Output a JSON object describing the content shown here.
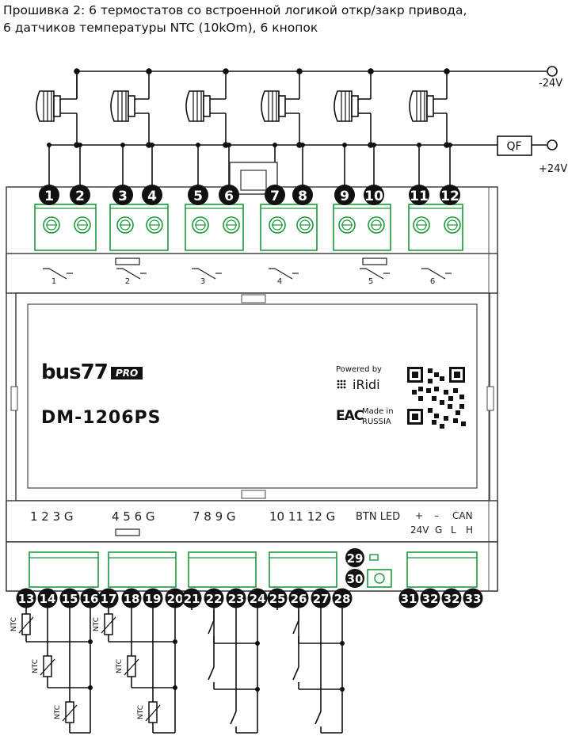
{
  "title": {
    "line1": "Прошивка 2: 6 термостатов со встроенной логикой откр/закр привода,",
    "line2": "6 датчиков температуры NTC (10kOm), 6 кнопок"
  },
  "power": {
    "minus": "-24V",
    "plus": "+24V",
    "breaker": "QF"
  },
  "top_terminals": [
    "1",
    "2",
    "3",
    "4",
    "5",
    "6",
    "7",
    "8",
    "9",
    "10",
    "11",
    "12"
  ],
  "relays": [
    "1",
    "2",
    "3",
    "4",
    "5",
    "6"
  ],
  "device": {
    "brand": "bus77",
    "brand_badge": "PRO",
    "model": "DM-1206PS",
    "powered_by": "Powered by",
    "platform": "iRidi",
    "cert_mark": "EAC",
    "made_in_line1": "Made in",
    "made_in_line2": "RUSSIA"
  },
  "bus_labels": {
    "group1": "1 2 3  G",
    "group2": "4 5 6  G",
    "group3": "7 8 9  G",
    "group4": "10 11 12 G",
    "btn_led": "BTN LED",
    "plus": "+",
    "minus": "–",
    "can": "CAN",
    "v24": "24V",
    "g": "G",
    "l": "L",
    "h": "H"
  },
  "bottom_terminals": [
    "13",
    "14",
    "15",
    "16",
    "17",
    "18",
    "19",
    "20",
    "21",
    "22",
    "23",
    "24",
    "25",
    "26",
    "27",
    "28",
    "31",
    "32",
    "32",
    "33"
  ],
  "side_terminals": [
    "29",
    "30"
  ],
  "sensor_label": "NTC"
}
